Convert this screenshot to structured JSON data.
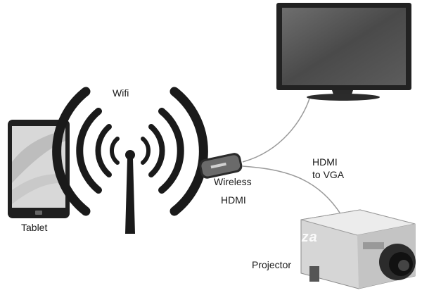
{
  "labels": {
    "wifi": "Wifi",
    "tablet": "Tablet",
    "wireless": "Wireless",
    "hdmi": "HDMI",
    "hdmi_to_vga_line1": "HDMI",
    "hdmi_to_vga_line2": "to VGA",
    "projector": "Projector",
    "watermark": "laza"
  },
  "icons": {
    "tablet": "tablet-icon",
    "tv": "tv-icon",
    "wifi_antenna": "wifi-antenna-icon",
    "dongle": "hdmi-dongle-icon",
    "projector": "projector-icon"
  },
  "colors": {
    "background": "#ffffff",
    "device_dark": "#1e1e1e",
    "connector_line": "#9a9a9a"
  }
}
